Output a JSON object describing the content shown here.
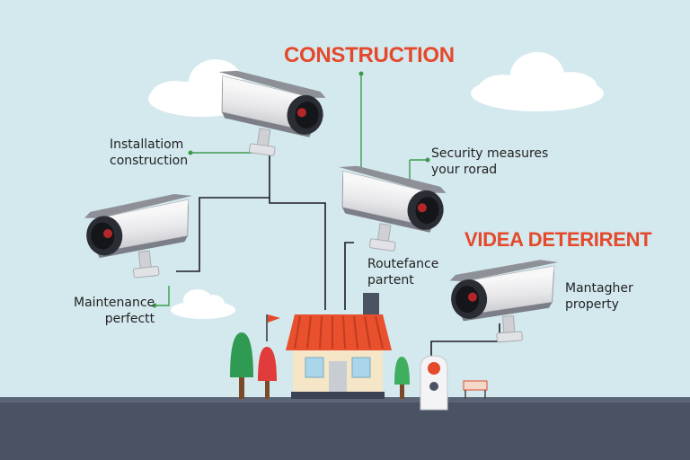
{
  "headings": {
    "top": "CONSTRUCTION",
    "right": "VIDEA DETERIRENT"
  },
  "labels": {
    "installation": [
      "Installatiom",
      "construction"
    ],
    "security": [
      "Security measures",
      "your rorad"
    ],
    "maintenance": [
      "Maintenance",
      "perfectt"
    ],
    "route": [
      "Routefance",
      "partent"
    ],
    "manager": [
      "Mantagher",
      "property"
    ]
  },
  "colors": {
    "sky": "#d3e9ee",
    "heading": "#e4492b",
    "ground": "#4a5364",
    "roof": "#e8502e",
    "leader": "#3c9a4c"
  }
}
